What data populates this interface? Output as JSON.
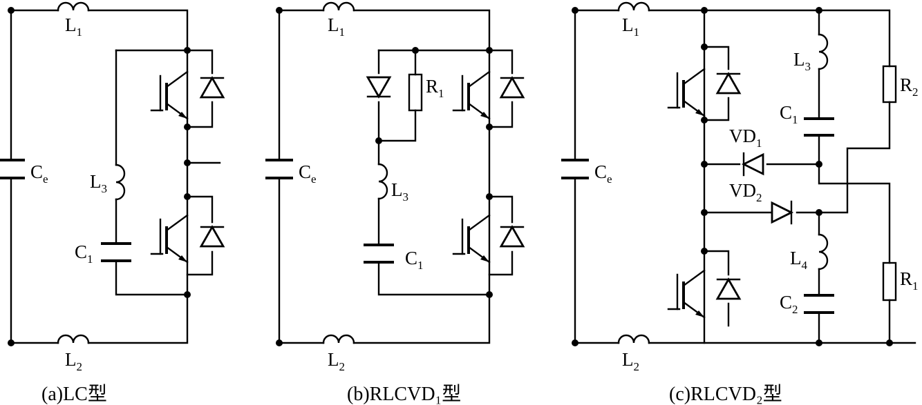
{
  "captions": {
    "a": "(a)LC型",
    "b": "(b)RLCVD₁型",
    "c": "(c)RLCVD₂型"
  },
  "labels": {
    "a": {
      "L1": [
        "L",
        "1"
      ],
      "L2": [
        "L",
        "2"
      ],
      "L3": [
        "L",
        "3"
      ],
      "C1": [
        "C",
        "1"
      ],
      "Ce": [
        "C",
        "e"
      ]
    },
    "b": {
      "L1": [
        "L",
        "1"
      ],
      "L2": [
        "L",
        "2"
      ],
      "L3": [
        "L",
        "3"
      ],
      "C1": [
        "C",
        "1"
      ],
      "Ce": [
        "C",
        "e"
      ],
      "R1": [
        "R",
        "1"
      ]
    },
    "c": {
      "L1": [
        "L",
        "1"
      ],
      "L2": [
        "L",
        "2"
      ],
      "L3": [
        "L",
        "3"
      ],
      "L4": [
        "L",
        "4"
      ],
      "C1": [
        "C",
        "1"
      ],
      "C2": [
        "C",
        "2"
      ],
      "Ce": [
        "C",
        "e"
      ],
      "R1": [
        "R",
        "1"
      ],
      "R2": [
        "R",
        "2"
      ],
      "VD1": [
        "VD",
        "1"
      ],
      "VD2": [
        "VD",
        "2"
      ]
    }
  }
}
